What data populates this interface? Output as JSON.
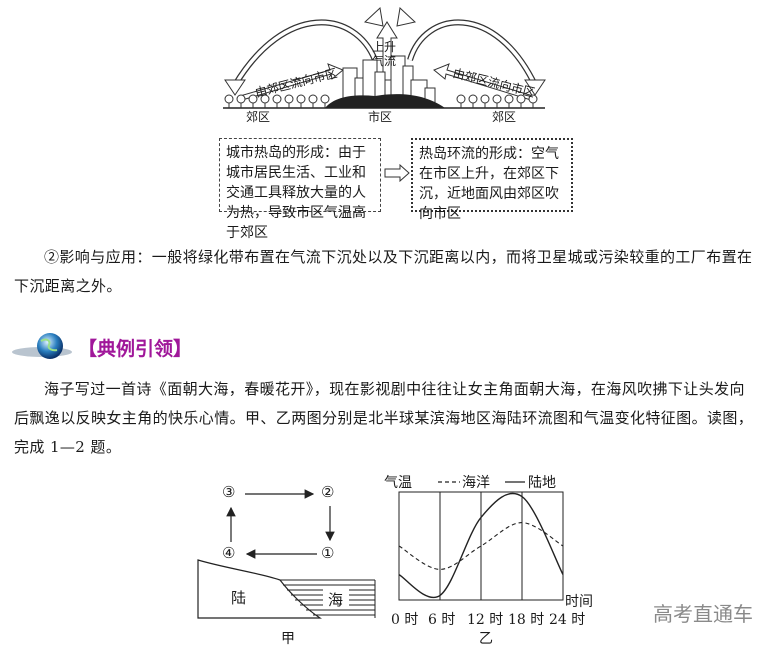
{
  "heat_island_diagram": {
    "up_label": "上升气流",
    "left_flow": "由郊区流向市区",
    "right_flow": "由郊区流向市区",
    "left_suburb": "郊区",
    "city": "市区",
    "right_suburb": "郊区",
    "formation_box": "城市热岛的形成：由于城市居民生活、工业和交通工具释放大量的人为热，导致市区气温高于郊区",
    "circulation_box": "热岛环流的形成：空气在市区上升，在郊区下沉，近地面风由郊区吹向市区"
  },
  "impact_paragraph": "②影响与应用：一般将绿化带布置在气流下沉处以及下沉距离以内，而将卫星城或污染较重的工厂布置在下沉距离之外。",
  "example_banner": "【典例引领】",
  "example_paragraph": "海子写过一首诗《面朝大海，春暖花开》，现在影视剧中往往让女主角面朝大海，在海风吹拂下让头发向后飘逸以反映女主角的快乐心情。甲、乙两图分别是北半球某滨海地区海陆环流图和气温变化特征图。读图，完成 1—2 题。",
  "fig_jia": {
    "nodes": [
      "③",
      "②",
      "④",
      "①"
    ],
    "land": "陆",
    "sea": "海",
    "caption": "甲"
  },
  "fig_yi": {
    "caption": "乙",
    "chart_data": {
      "type": "line",
      "ylabel": "气温",
      "xlabel": "时间",
      "x": [
        "0 时",
        "6 时",
        "12 时",
        "18 时",
        "24 时"
      ],
      "legend_position": "top",
      "series": [
        {
          "name": "海洋",
          "style": "dashed",
          "values": [
            0.0,
            -0.45,
            0.0,
            0.45,
            0.0
          ]
        },
        {
          "name": "陆地",
          "style": "solid",
          "values": [
            -0.55,
            -0.95,
            0.55,
            0.95,
            -0.55
          ]
        }
      ]
    }
  },
  "watermark": "高考直通车"
}
